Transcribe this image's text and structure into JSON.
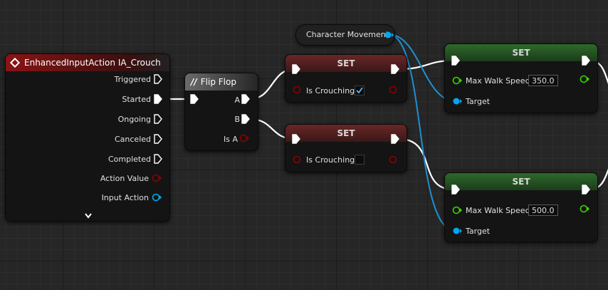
{
  "nodes": {
    "event": {
      "title": "EnhancedInputAction IA_Crouch",
      "pins": {
        "triggered": "Triggered",
        "started": "Started",
        "ongoing": "Ongoing",
        "canceled": "Canceled",
        "completed": "Completed",
        "action_value": "Action Value",
        "input_action": "Input Action"
      },
      "expand_icon": "chevron-down-icon"
    },
    "flipflop": {
      "title": "Flip Flop",
      "icon": "flip-flop-icon",
      "pins": {
        "a": "A",
        "b": "B",
        "is_a": "Is A"
      }
    },
    "variable": {
      "label": "Character Movement"
    },
    "set_crouch_true": {
      "title": "SET",
      "pin_label": "Is Crouching",
      "checked": true
    },
    "set_crouch_false": {
      "title": "SET",
      "pin_label": "Is Crouching",
      "checked": false
    },
    "set_speed_top": {
      "title": "SET",
      "pin_label": "Max Walk Speed",
      "value": "350.0",
      "target_label": "Target"
    },
    "set_speed_bottom": {
      "title": "SET",
      "pin_label": "Max Walk Speed",
      "value": "500.0",
      "target_label": "Target"
    }
  },
  "colors": {
    "exec": "#ffffff",
    "bool": "#8c0000",
    "float": "#38d500",
    "object": "#00a8f0",
    "event_header": "#8a1414",
    "set_header_green": "#2e6a2b",
    "set_header_red": "#6a2626"
  }
}
